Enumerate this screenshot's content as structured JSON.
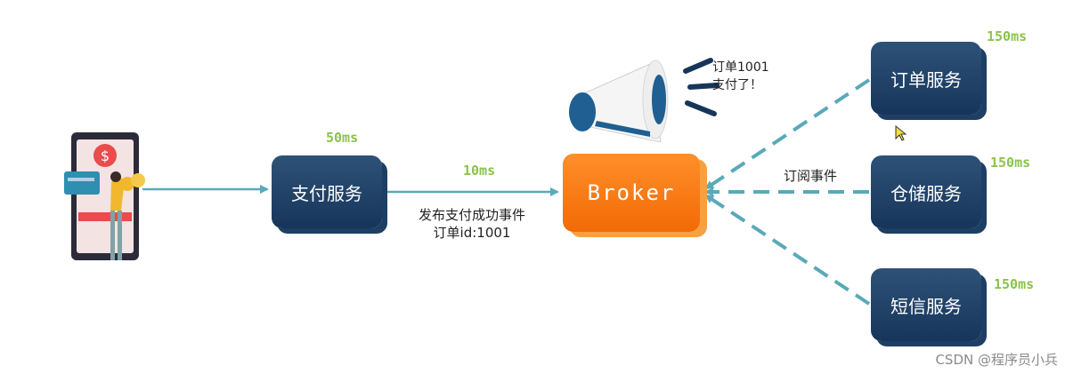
{
  "pay_service": {
    "label": "支付服务",
    "latency": "50ms"
  },
  "publish": {
    "latency": "10ms",
    "line1": "发布支付成功事件",
    "line2": "订单id:1001"
  },
  "broker": {
    "label": "Broker"
  },
  "announcement": {
    "line1": "订单1001",
    "line2": "支付了！"
  },
  "subscribe": {
    "label": "订阅事件"
  },
  "consumers": [
    {
      "label": "订单服务",
      "latency": "150ms"
    },
    {
      "label": "仓储服务",
      "latency": "150ms"
    },
    {
      "label": "短信服务",
      "latency": "150ms"
    }
  ],
  "watermark": "CSDN @程序员小兵",
  "icons": [
    "phone-payment-icon",
    "megaphone-icon",
    "cursor-icon"
  ],
  "colors": {
    "service": "#1e3f66",
    "broker": "#f7780e",
    "latency": "#8bc34a",
    "arrow": "#5aa9b8"
  }
}
